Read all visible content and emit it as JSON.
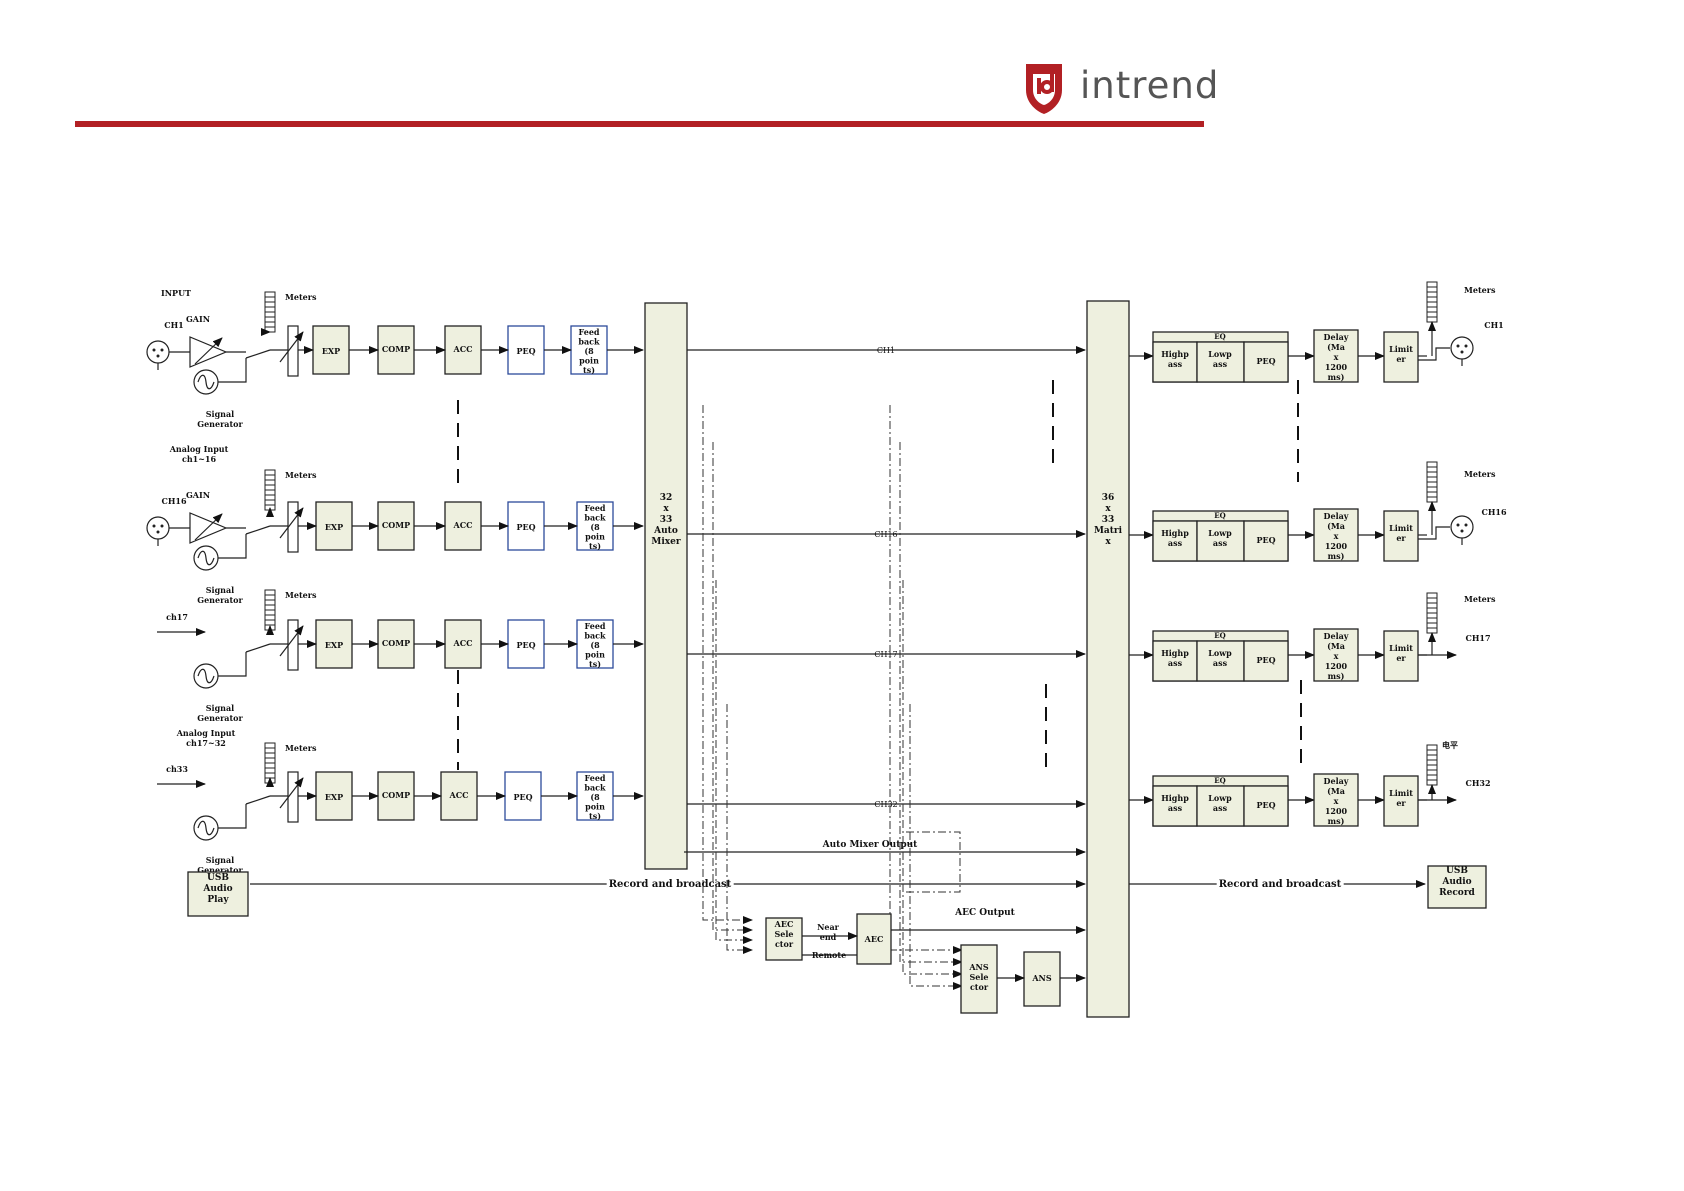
{
  "brand": {
    "name": "intrend",
    "accent": "#b22024",
    "text_color": "#555555"
  },
  "blocks": {
    "exp": "EXP",
    "comp": "COMP",
    "acc": "ACC",
    "peq": "PEQ",
    "feedback": [
      "Feed",
      "back",
      "(8",
      "poin",
      "ts)"
    ],
    "eq": "EQ",
    "highpass": [
      "Highp",
      "ass"
    ],
    "lowpass": [
      "Lowp",
      "ass"
    ],
    "delay": [
      "Delay",
      "(Ma",
      "x",
      "1200",
      "ms)"
    ],
    "limiter": [
      "Limit",
      "er"
    ],
    "aec": "AEC",
    "aec_selector": [
      "AEC",
      "Sele",
      "ctor"
    ],
    "ans": "ANS",
    "ans_selector": [
      "ANS",
      "Sele",
      "ctor"
    ],
    "meters": "Meters",
    "gain": "GAIN",
    "signal_generator": [
      "Signal",
      "Generator"
    ]
  },
  "labels": {
    "input": "INPUT",
    "ch1": "CH1",
    "ch16": "CH16",
    "ch17": "ch17",
    "ch33": "ch33",
    "analog_1_16": [
      "Analog Input",
      "ch1~16"
    ],
    "analog_17_32": [
      "Analog Input",
      "ch17~32"
    ],
    "usb_play": [
      "USB",
      "Audio",
      "Play"
    ],
    "usb_record": [
      "USB",
      "Audio",
      "Record"
    ],
    "auto_mixer": [
      "32",
      "x",
      "33",
      "Auto",
      "Mixer"
    ],
    "matrix": [
      "36",
      "x",
      "33",
      "Matri",
      "x"
    ],
    "bus_ch1": "CH1",
    "bus_ch16": "CH16",
    "bus_ch17": "CH17",
    "bus_ch32": "CH32",
    "auto_mixer_output": "Auto Mixer Output",
    "record_broadcast": "Record and broadcast",
    "aec_output": "AEC Output",
    "near_end": [
      "Near",
      "end"
    ],
    "remote": "Remote",
    "out_ch1": "CH1",
    "out_ch16": "CH16",
    "out_ch17": "CH17",
    "out_ch32": "CH32",
    "out_meters": "Meters",
    "out_meters_cn": "电平"
  }
}
